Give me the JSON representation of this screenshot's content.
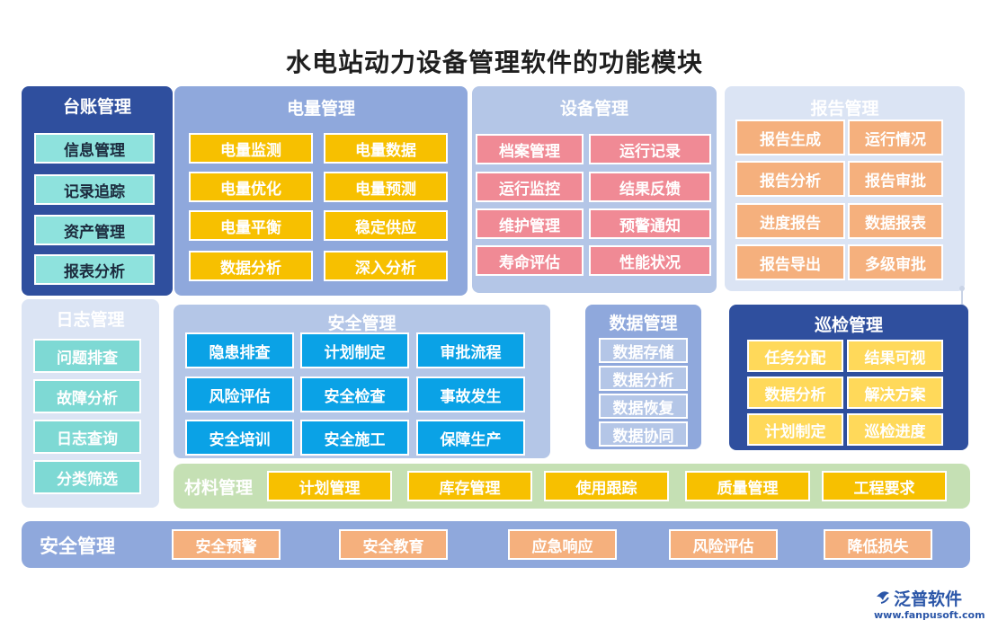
{
  "title": "水电站动力设备管理软件的功能模块",
  "taizhang": {
    "title": "台账管理",
    "items": [
      "信息管理",
      "记录追踪",
      "资产管理",
      "报表分析"
    ]
  },
  "dianliang": {
    "title": "电量管理",
    "items": [
      "电量监测",
      "电量数据",
      "电量优化",
      "电量预测",
      "电量平衡",
      "稳定供应",
      "数据分析",
      "深入分析"
    ]
  },
  "shebei": {
    "title": "设备管理",
    "items": [
      "档案管理",
      "运行记录",
      "运行监控",
      "结果反馈",
      "维护管理",
      "预警通知",
      "寿命评估",
      "性能状况"
    ]
  },
  "baogao": {
    "title": "报告管理",
    "items": [
      "报告生成",
      "运行情况",
      "报告分析",
      "报告审批",
      "进度报告",
      "数据报表",
      "报告导出",
      "多级审批"
    ]
  },
  "rizhi": {
    "title": "日志管理",
    "items": [
      "问题排查",
      "故障分析",
      "日志查询",
      "分类筛选"
    ]
  },
  "anquan": {
    "title": "安全管理",
    "items": [
      "隐患排查",
      "计划制定",
      "审批流程",
      "风险评估",
      "安全检查",
      "事故发生",
      "安全培训",
      "安全施工",
      "保障生产"
    ]
  },
  "shuju": {
    "title": "数据管理",
    "items": [
      "数据存储",
      "数据分析",
      "数据恢复",
      "数据协同"
    ]
  },
  "xunjian": {
    "title": "巡检管理",
    "items": [
      "任务分配",
      "结果可视",
      "数据分析",
      "解决方案",
      "计划制定",
      "巡检进度"
    ]
  },
  "cailiao": {
    "title": "材料管理",
    "items": [
      "计划管理",
      "库存管理",
      "使用跟踪",
      "质量管理",
      "工程要求"
    ]
  },
  "anquan2": {
    "title": "安全管理",
    "items": [
      "安全预警",
      "安全教育",
      "应急响应",
      "风险评估",
      "降低损失"
    ]
  },
  "logo": {
    "name": "泛普软件",
    "url": "www.fanpusoft.com"
  }
}
